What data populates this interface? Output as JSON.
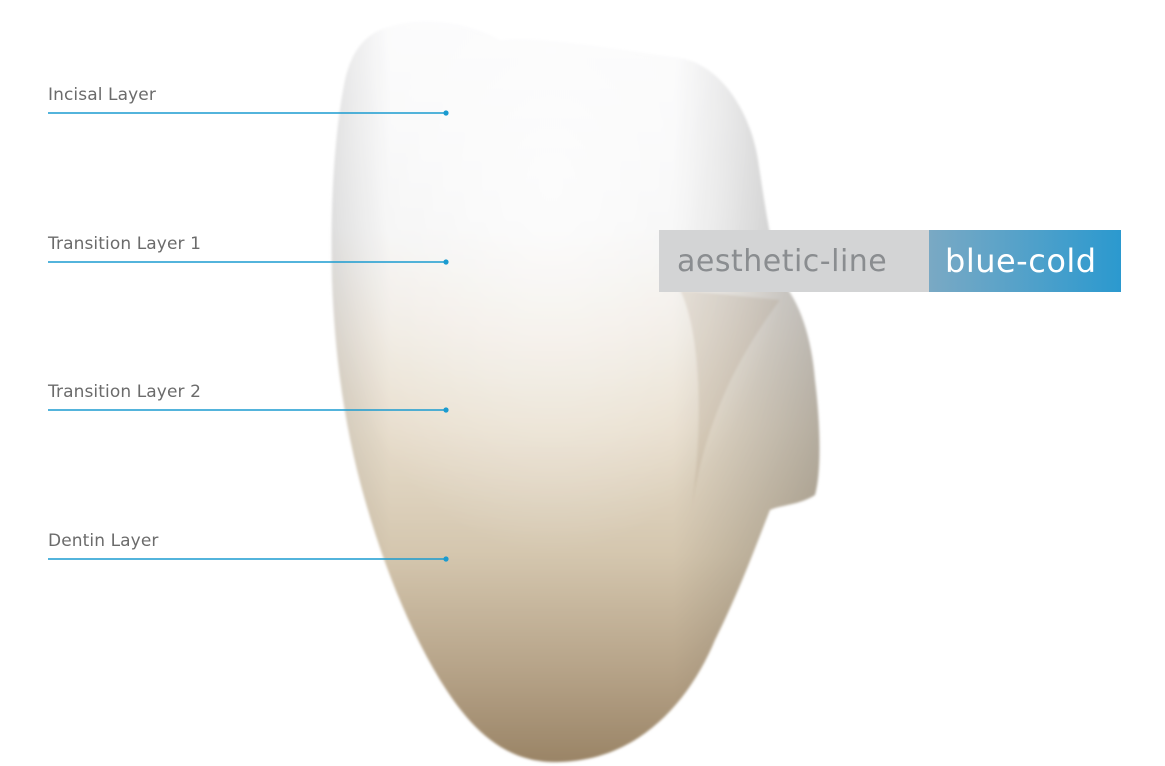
{
  "layers": [
    {
      "label": "Incisal Layer"
    },
    {
      "label": "Transition Layer 1"
    },
    {
      "label": "Transition Layer 2"
    },
    {
      "label": "Dentin Layer"
    }
  ],
  "badge": {
    "product": "aesthetic-line",
    "shade": "blue-cold"
  },
  "colors": {
    "leader_line": "#1a9bd0",
    "badge_grey": "#d3d4d5",
    "badge_blue": "#2b99cf",
    "label_text": "#6b6b6b"
  }
}
